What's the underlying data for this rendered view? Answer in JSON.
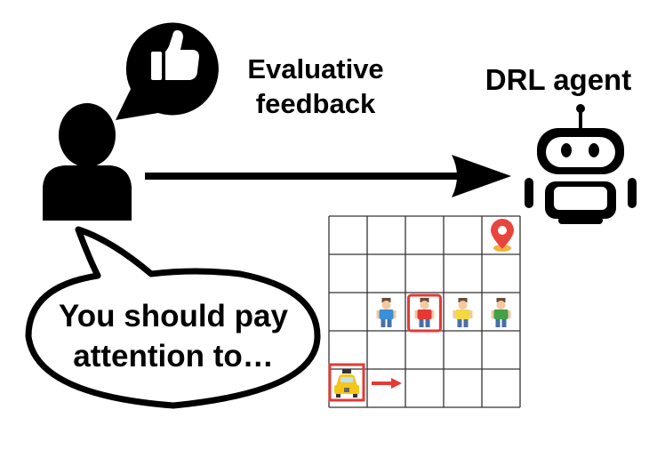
{
  "feedback_label": {
    "line1": "Evaluative",
    "line2": "feedback"
  },
  "agent_label": "DRL agent",
  "speech": {
    "line1": "You should pay",
    "line2": "attention to…"
  },
  "icons": {
    "human": "person-icon",
    "thumb": "thumbs-up-icon",
    "robot": "robot-icon",
    "goal": "location-pin-icon",
    "taxi": "taxi-icon",
    "people": "person-figure-icon",
    "move": "red-arrow-icon"
  },
  "grid": {
    "rows": 5,
    "cols": 5
  },
  "colors": {
    "ink": "#000000",
    "highlight": "#e53935",
    "pin": "#e8453c",
    "grid_line": "#333333"
  },
  "passengers": [
    {
      "shirt": "#3b8fd6",
      "pants": "#4a6fa5",
      "highlighted": false
    },
    {
      "shirt": "#e53935",
      "pants": "#4a6fa5",
      "highlighted": true
    },
    {
      "shirt": "#f5d742",
      "pants": "#4a6fa5",
      "highlighted": false
    },
    {
      "shirt": "#43a047",
      "pants": "#4a6fa5",
      "highlighted": false
    }
  ]
}
